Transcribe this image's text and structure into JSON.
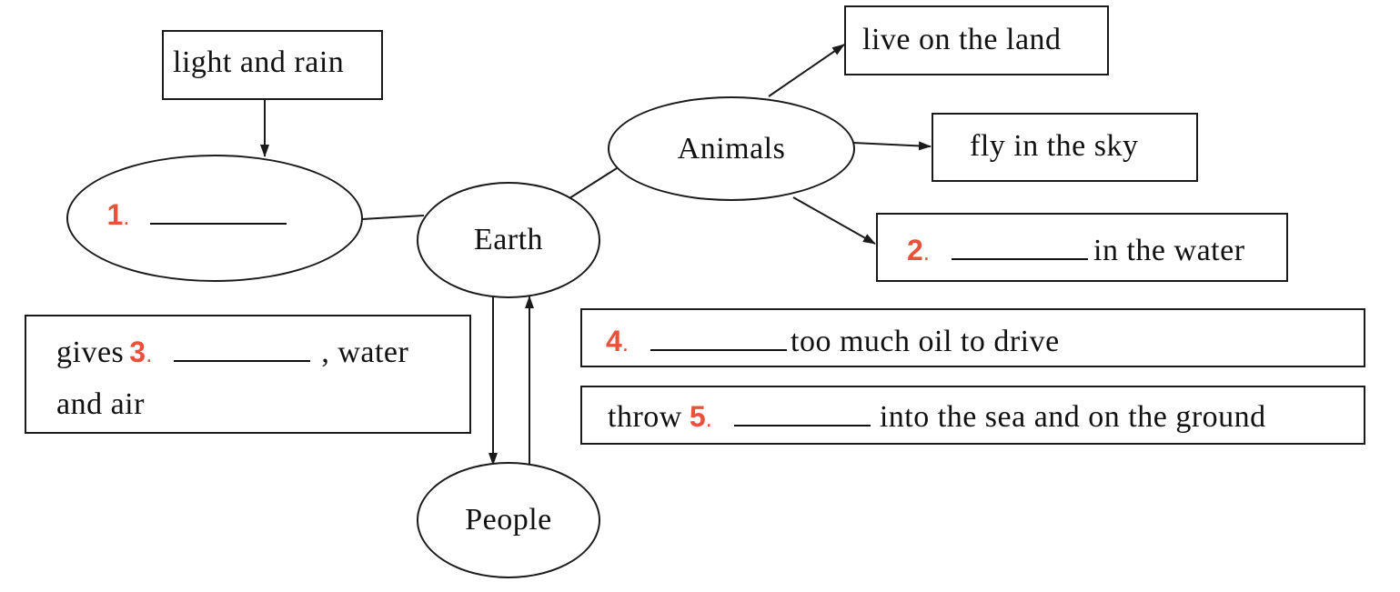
{
  "nodes": {
    "light_rain": "light and rain",
    "earth": "Earth",
    "animals": "Animals",
    "people": "People",
    "live_land": "live on the land",
    "fly_sky": "fly in the sky"
  },
  "blanks": {
    "b1": {
      "number": "1",
      "dot": ".",
      "text": ""
    },
    "b2": {
      "number": "2",
      "dot": ".",
      "text": "in the water"
    },
    "b3": {
      "prefix": "gives",
      "number": "3",
      "dot": ".",
      "suffix": ", water",
      "line2": "and air"
    },
    "b4": {
      "number": "4",
      "dot": ".",
      "text": "too much oil to drive"
    },
    "b5": {
      "prefix": "throw",
      "number": "5",
      "dot": ".",
      "text": "into the sea and on the ground"
    }
  },
  "colors": {
    "line": "#1a1a1a",
    "number": "#e8523c"
  }
}
